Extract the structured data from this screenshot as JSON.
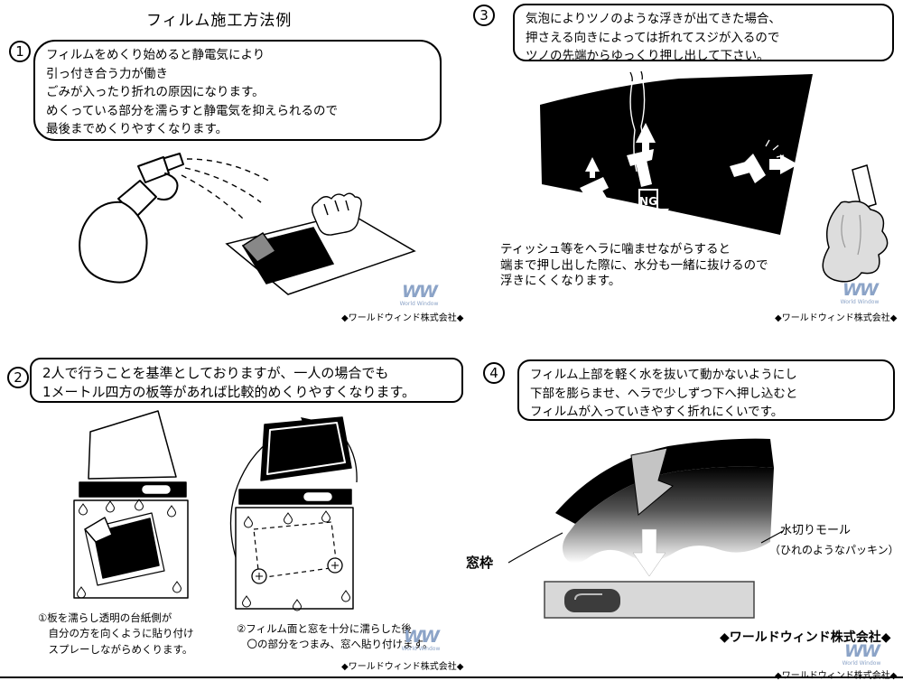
{
  "title": "フィルム施工方法例",
  "brand": {
    "ww": "WW",
    "world_window": "World Window",
    "company_small": "◆ワールドウィンド株式会社◆",
    "company_bold": "◆ワールドウィンド株式会社◆"
  },
  "steps": {
    "s1": {
      "num": "1",
      "text": "フィルムをめくり始めると静電気により\n引っ付き合う力が働き\nごみが入ったり折れの原因になります。\nめくっている部分を濡らすと静電気を抑えられるので\n最後までめくりやすくなります。"
    },
    "s2": {
      "num": "2",
      "text": "2人で行うことを基準としておりますが、一人の場合でも\n1メートル四方の板等があれば比較的めくりやすくなります。",
      "caption_left": "①板を濡らし透明の台紙側が\n　自分の方を向くように貼り付け\n　スプレーしながらめくります。",
      "caption_right": "②フィルム面と窓を十分に濡らした後\n　〇の部分をつまみ、窓へ貼り付けます。"
    },
    "s3": {
      "num": "3",
      "text": "気泡によりツノのような浮きが出てきた場合、\n押さえる向きによっては折れてスジが入るので\nツノの先端からゆっくり押し出して下さい。",
      "ng": "NG",
      "note": "ティッシュ等をヘラに噛ませながらすると\n端まで押し出した際に、水分も一緒に抜けるので\n浮きにくくなります。"
    },
    "s4": {
      "num": "4",
      "text": "フィルム上部を軽く水を抜いて動かないようにし\n下部を膨らませ、ヘラで少しずつ下へ押し込むと\nフィルムが入っていきやすく折れにくいです。",
      "label_window_frame": "窓枠",
      "label_molding": "水切りモール",
      "label_molding_sub": "（ひれのようなパッキン）"
    }
  }
}
